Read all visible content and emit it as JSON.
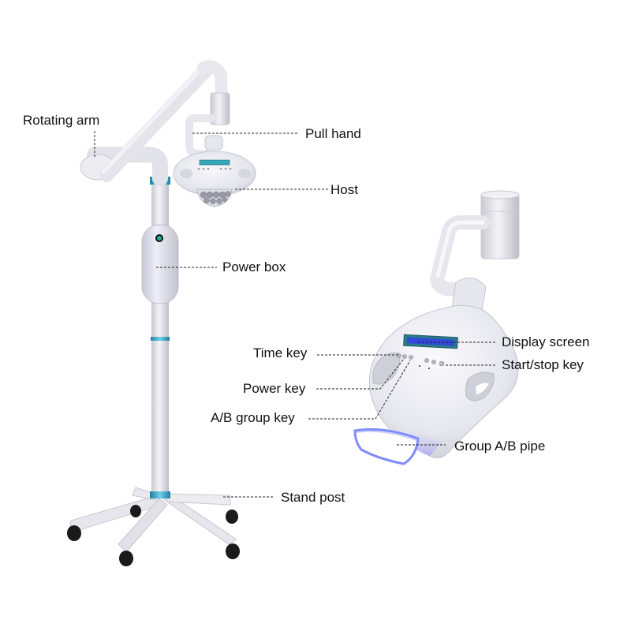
{
  "diagram": {
    "colors": {
      "device_white": "#e8e8ee",
      "device_shadow": "#c4c4cc",
      "accent_collar": "#3aa7c6",
      "led_glow": "#7f8cff",
      "display_blue": "#2f48d8",
      "caster_black": "#1a1a1a",
      "leader_line": "#222222"
    },
    "left_device": {
      "labels": {
        "rotating_arm": "Rotating arm",
        "pull_hand": "Pull hand",
        "host": "Host",
        "power_box": "Power box",
        "stand_post": "Stand post"
      }
    },
    "right_device": {
      "labels": {
        "display_screen": "Display screen",
        "start_stop_key": "Start/stop key",
        "time_key": "Time key",
        "power_key": "Power key",
        "ab_group_key": "A/B group key",
        "group_ab_pipe": "Group A/B pipe"
      }
    }
  }
}
